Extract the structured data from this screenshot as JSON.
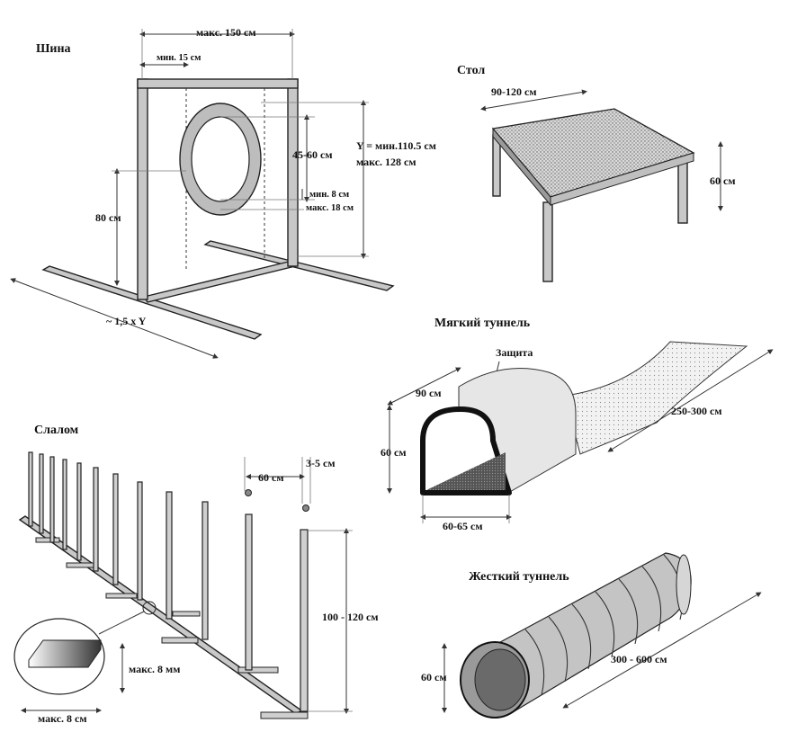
{
  "tire": {
    "title": "Шина",
    "width_max": "макс. 150 см",
    "gap_min": "мин. 15 см",
    "y_line1": "Y =  мин.110.5 см",
    "y_line2": "макс. 128 см",
    "inner_diameter": "45-60 см",
    "ring_min": "мин. 8 см",
    "ring_max": "макс. 18 см",
    "height": "80 см",
    "base_length": "~ 1,5 x Y"
  },
  "table": {
    "title": "Стол",
    "width": "90-120 см",
    "height": "60 см"
  },
  "soft_tunnel": {
    "title": "Мягкий туннель",
    "protection": "Защита",
    "depth": "90 см",
    "height": "60 см",
    "width": "60-65 см",
    "length": "250-300 см"
  },
  "slalom": {
    "title": "Слалом",
    "spacing": "60 см",
    "pole_diameter": "3-5 см",
    "pole_height": "100 - 120 см",
    "thickness": "макс. 8 мм",
    "base_width": "макс. 8 см"
  },
  "rigid_tunnel": {
    "title": "Жесткий туннель",
    "diameter": "60 см",
    "length": "300 - 600 см"
  },
  "colors": {
    "line": "#222222",
    "fill_light": "#c8c8c8",
    "fill_dark": "#555555",
    "mesh": "#9a9a9a"
  }
}
